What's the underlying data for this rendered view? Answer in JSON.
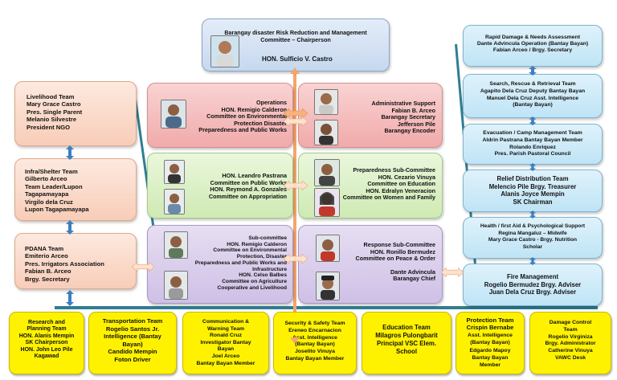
{
  "colors": {
    "yellow_box": "#fff200",
    "connector": "#2f7d93",
    "arrow": "#f5a56a"
  },
  "top": {
    "lines": [
      "Barangay disaster Risk Reduction and Management",
      "Committee – Chairperson",
      "HON. Sulficio V. Castro"
    ]
  },
  "left": [
    {
      "lines": [
        "Livelihood Team",
        "Mary Grace Castro",
        "Pres. Single Parent",
        "Melanio Silvestre",
        "President NGO"
      ]
    },
    {
      "lines": [
        "Infra/Shelter Team",
        "Gilberto Arceo",
        "Team Leader/Lupon",
        "Tagapamayapa",
        "Virgilo dela Cruz",
        "Lupon Tagapamayapa"
      ]
    },
    {
      "lines": [
        "PDANA Team",
        "Emiterio Arceo",
        "Pres. Irrigators Association",
        "Fabian B. Arceo",
        "Brgy. Secretary"
      ]
    }
  ],
  "middle_left": [
    {
      "lines": [
        "Operations",
        "HON. Remigio Calderon",
        "Committee on Environmental",
        "Protection Disaster",
        "Preparedness and Public Works"
      ]
    },
    {
      "lines": [
        "HON. Leandro Pastrana",
        "Committee on Public Works",
        "HON. Reymond A. Gonzales",
        "Committee on Appropriation"
      ]
    },
    {
      "lines": [
        "Sub-committee",
        "HON. Remigio Calderon",
        "Committee on Environmental",
        "Protection, Disaster",
        "Preparedness and Public Works and",
        "Infrastructure",
        "HON. Celso Balbes",
        "Committee on Agriculture",
        "Cooperative and Livelihood"
      ]
    }
  ],
  "middle_right": [
    {
      "lines": [
        "Administrative Support",
        "Fabian B. Arceo",
        "Barangay Secretary",
        "Jefferson Pile",
        "Barangay Encoder"
      ]
    },
    {
      "lines": [
        "Preparedness Sub-Committee",
        "HON. Cezario Vinuya",
        "Committee on Education",
        "HON. Edralyn Veneracion",
        "Committee on Women and Family"
      ]
    },
    {
      "lines": [
        "Response Sub-Committee",
        "HON. Ronillo Bermudez",
        "Committee on Peace & Order",
        "",
        "Dante Advincula",
        "Barangay Chief"
      ]
    }
  ],
  "right": [
    {
      "lines": [
        "Rapid Damage & Needs Assessment",
        "Dante Advincula Operation (Bantay Bayan)",
        "Fabian Arceo / Brgy. Secretary"
      ]
    },
    {
      "lines": [
        "Search, Rescue & Retrieval Team",
        "Agapito Dela Cruz Deputy Bantay Bayan",
        "Manuel Dela Cruz Asst. Intelligence",
        "(Bantay Bayan)"
      ]
    },
    {
      "lines": [
        "Evacuation / Camp Management Team",
        "Aldrin Pastrana Bantay Bayan Member",
        "Rolando Enriquez",
        "Pres. Parish Pastoral Council"
      ]
    },
    {
      "lines": [
        "Relief Distribution Team",
        "Melencio Pile Brgy. Treasurer",
        "Alanis Joyce Mempin",
        "SK Chairman"
      ]
    },
    {
      "lines": [
        "Health / first Aid & Psychological Support",
        "Regina Mangaluz – Midwife",
        "Mary Grace Castro -  Brgy. Nutrition",
        "Scholar"
      ]
    },
    {
      "lines": [
        "Fire Management",
        "Rogelio Bermudez Brgy. Adviser",
        "Juan Dela Cruz Brgy. Adviser"
      ]
    }
  ],
  "bottom": [
    {
      "lines": [
        "Research and",
        "Planning Team",
        "HON. Alanis Mempin",
        "SK Chairperson",
        "HON. John Leo Pile",
        "Kagawad"
      ]
    },
    {
      "lines": [
        "Transportation Team",
        "Rogelio Santos Jr.",
        "Intelligence (Bantay",
        "Bayan)",
        "Candido Mempin",
        "Foton Driver"
      ]
    },
    {
      "lines": [
        "Communication &",
        "Warning Team",
        "Ronald Cruz",
        "Investigator Bantay",
        "Bayan",
        "Joel Arceo",
        "Bantay Bayan Member"
      ]
    },
    {
      "lines": [
        "Security & Safety Team",
        "Ereneo Encarnacion",
        "Asst. Intelligence",
        "(Bantay Bayan)",
        "Joselito Vinuya",
        "Bantay Bayan Member"
      ]
    },
    {
      "lines": [
        "Education Team",
        "Milagros Pulongbarit",
        "Principal VSC Elem.",
        "School"
      ]
    },
    {
      "lines": [
        "Protection Team",
        "Crispin Bernabe",
        "Asst. Intelligence",
        "(Bantay Bayan)",
        "Edgardo Mapoy",
        "Bantay Bayan",
        "Member"
      ]
    },
    {
      "lines": [
        "Damage Control",
        "Team",
        "Rogelio Virginiza",
        "Brgy. Administrator",
        "Catherine Vinuya",
        "VAWC Desk"
      ]
    }
  ]
}
